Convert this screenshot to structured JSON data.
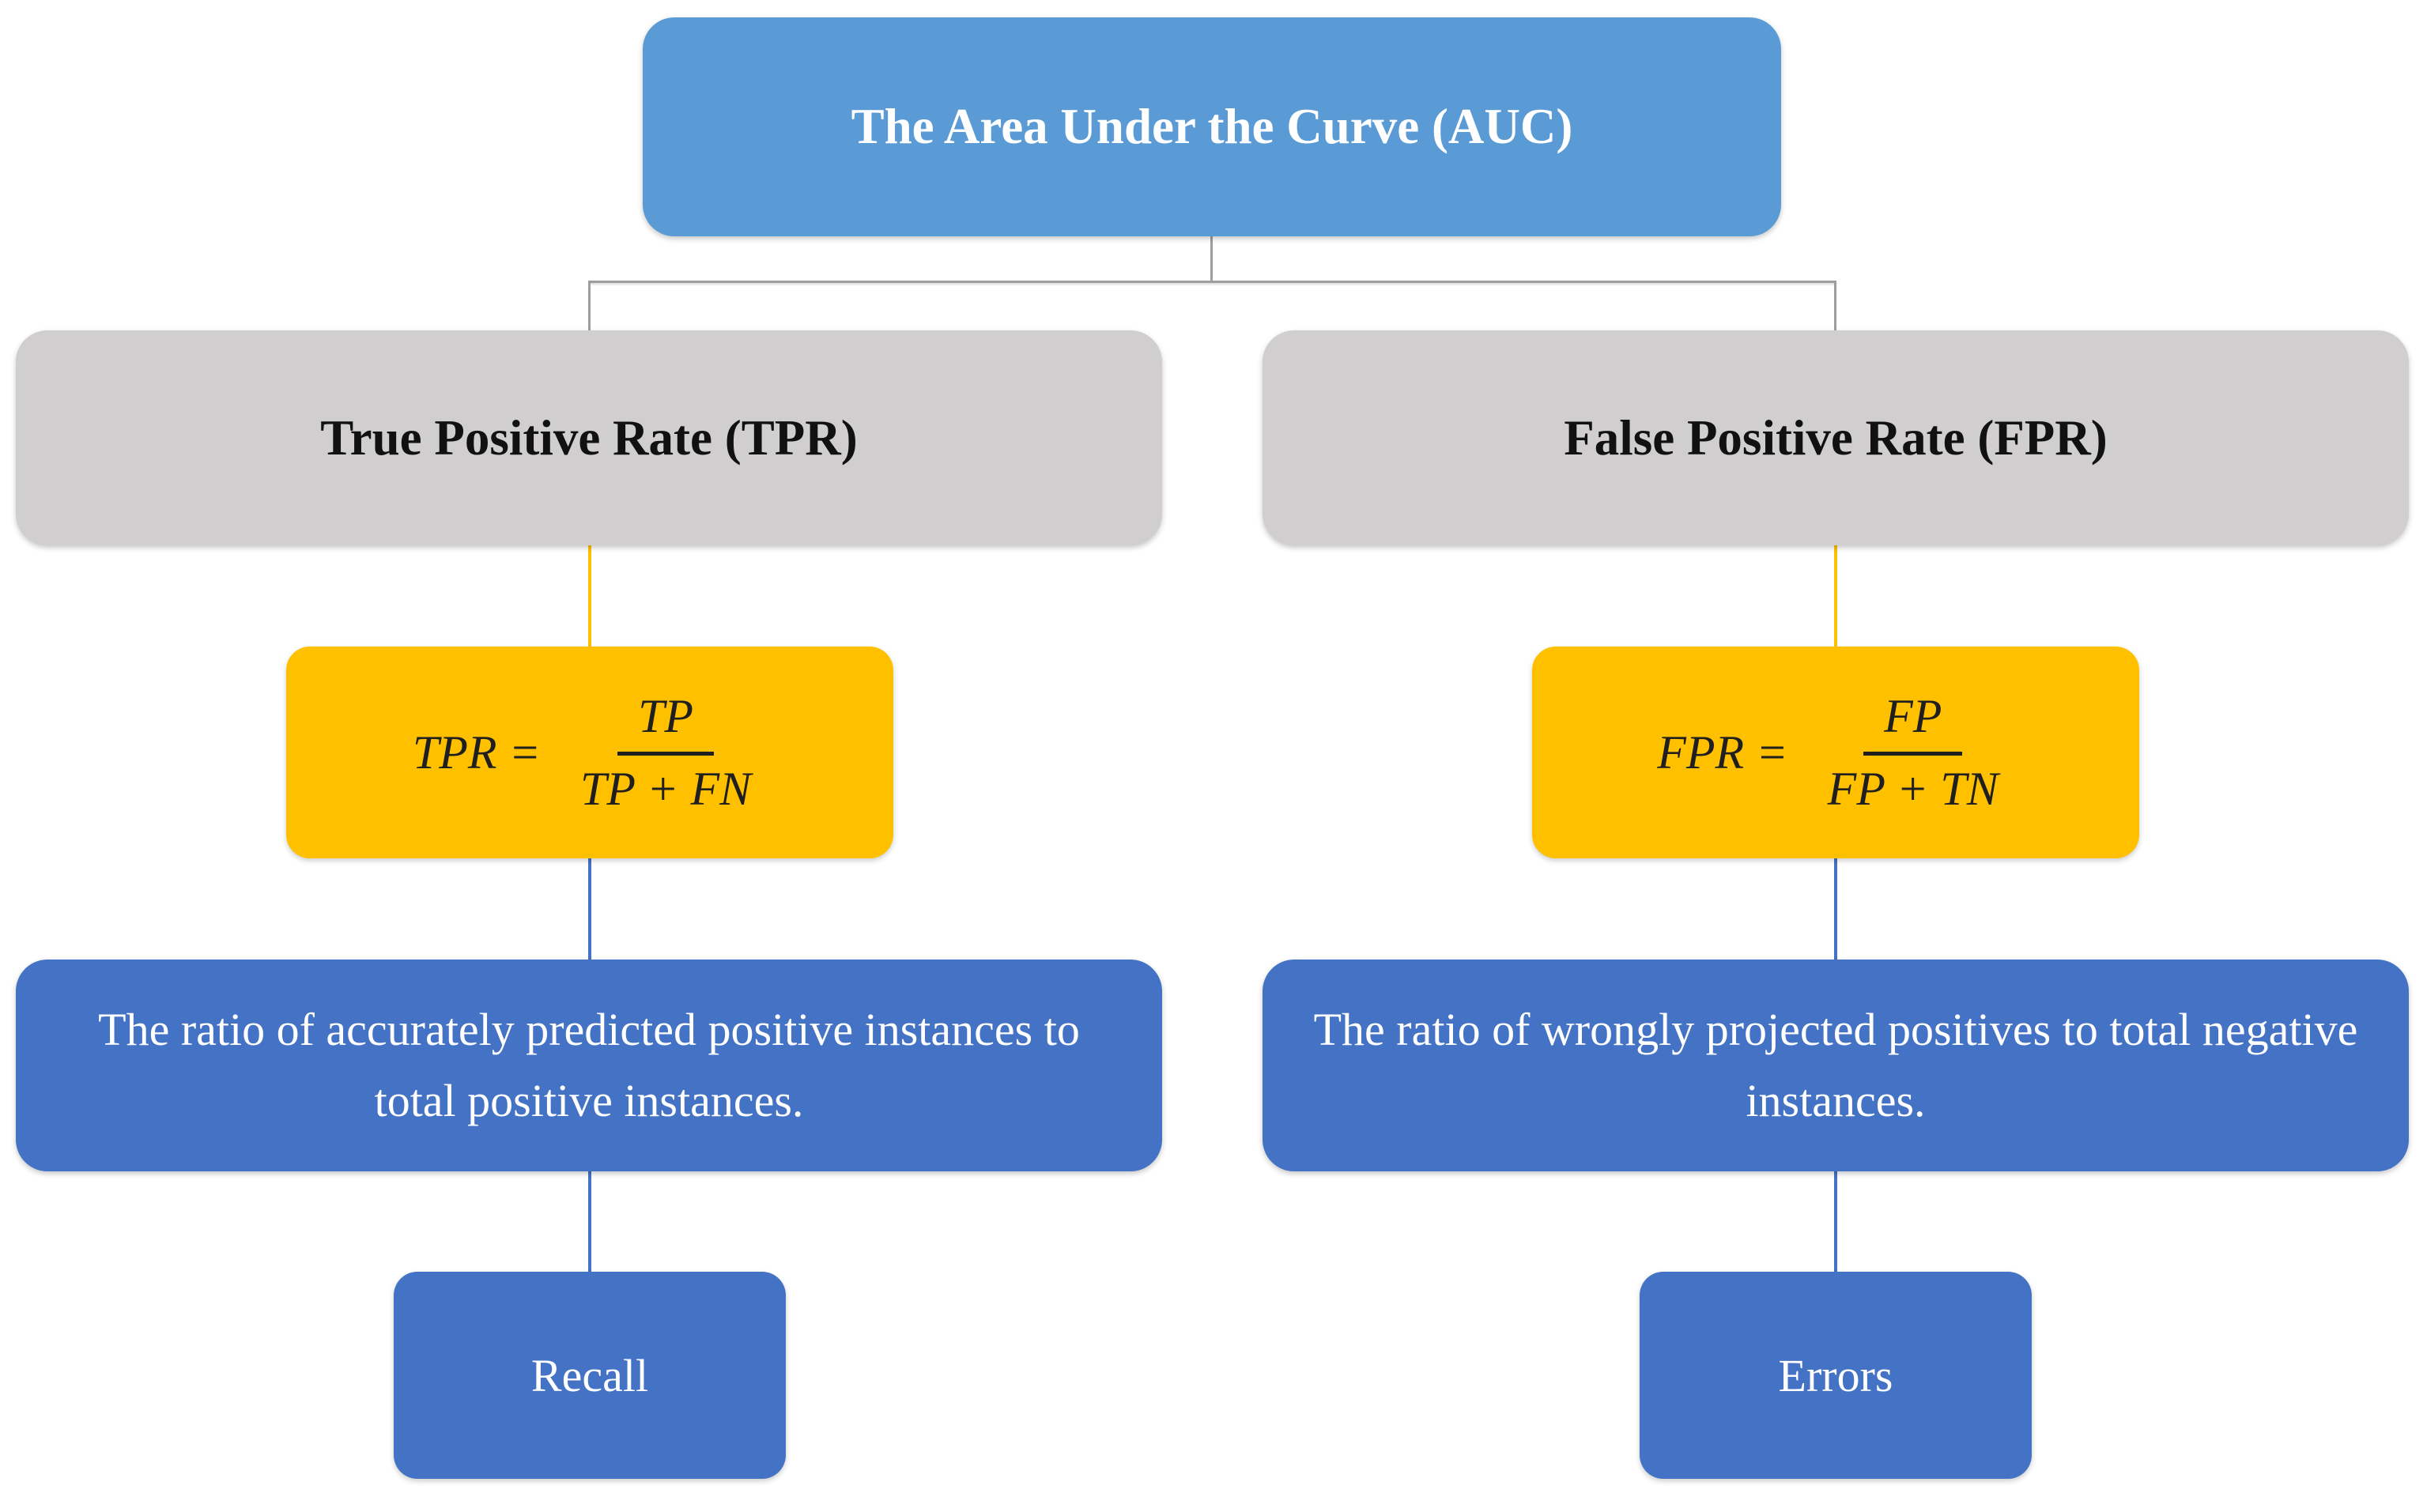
{
  "root": {
    "label": "The Area Under the Curve (AUC)"
  },
  "branches": {
    "tpr": {
      "header": "True Positive Rate (TPR)",
      "formula_lhs": "TPR =",
      "formula_numerator": "TP",
      "formula_denominator": "TP + FN",
      "description": "The ratio of accurately predicted positive instances to total positive instances.",
      "leaf": "Recall"
    },
    "fpr": {
      "header": "False Positive Rate (FPR)",
      "formula_lhs": "FPR =",
      "formula_numerator": "FP",
      "formula_denominator": "FP + TN",
      "description": "The ratio of wrongly projected positives to total negative instances.",
      "leaf": "Errors"
    }
  },
  "colors": {
    "root_fill": "#5B9BD5",
    "header_fill": "#D0CECE",
    "formula_fill": "#FFC000",
    "description_fill": "#4472C4",
    "leaf_fill": "#4472C4",
    "connector_gray": "#9E9E9E",
    "connector_gold": "#FFC000",
    "connector_blue": "#4472C4",
    "root_text": "#FFFFFF",
    "header_text": "#111111",
    "formula_text": "#1F1F1F",
    "description_text": "#FFFFFF",
    "leaf_text": "#FFFFFF"
  }
}
